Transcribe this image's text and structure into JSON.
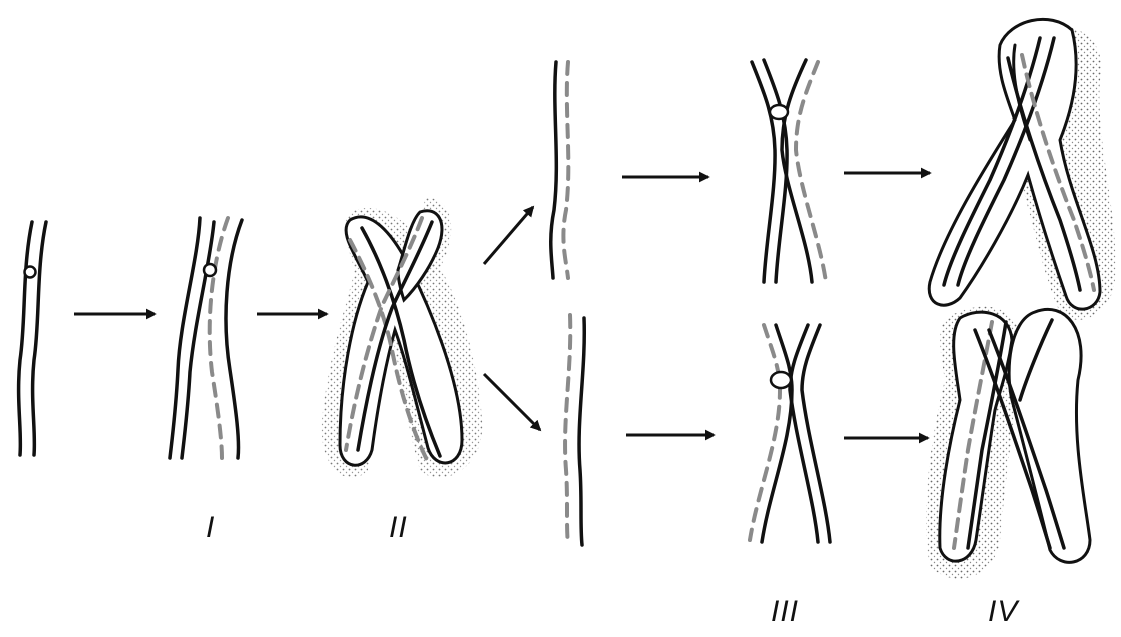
{
  "labels": {
    "stage_1": "I",
    "stage_2": "II",
    "stage_3": "III",
    "stage_4": "IV"
  },
  "colors": {
    "ink": "#111111",
    "labeled_strand": "#8a8a8a",
    "label_halo": "#9a9a9a",
    "background": "#ffffff"
  }
}
